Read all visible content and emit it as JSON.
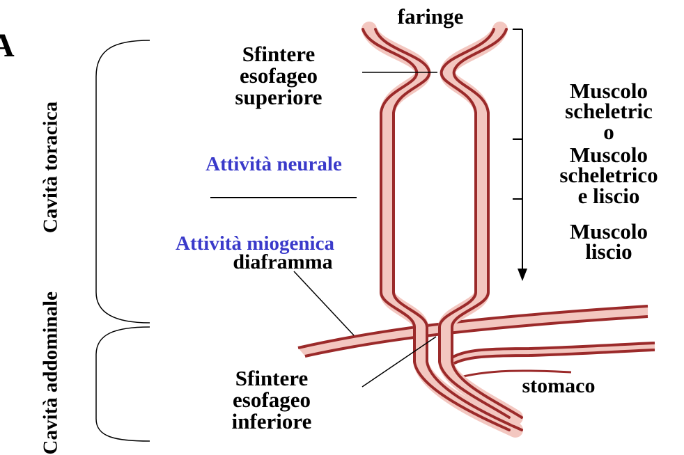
{
  "panel_letter": "A",
  "regions": {
    "thoracic": "Cavità toracica",
    "abdominal": "Cavità addominale"
  },
  "labels": {
    "pharynx": "faringe",
    "upper_sphincter": [
      "Sfintere",
      "esofageo",
      "superiore"
    ],
    "lower_sphincter": [
      "Sfintere",
      "esofageo",
      "inferiore"
    ],
    "diaphragm": "diaframma",
    "stomach": "stomaco",
    "neural_activity": "Attività neurale",
    "myogenic_activity": "Attività miogenica"
  },
  "muscle_zones": [
    [
      "Muscolo",
      "scheletric",
      "o"
    ],
    [
      "Muscolo",
      "scheletrico",
      "e liscio"
    ],
    [
      "Muscolo",
      "liscio"
    ]
  ],
  "colors": {
    "esophagus_wall": "#9b2a2a",
    "esophagus_fill": "#f3c7c0",
    "accent_text": "#3a3aca"
  }
}
